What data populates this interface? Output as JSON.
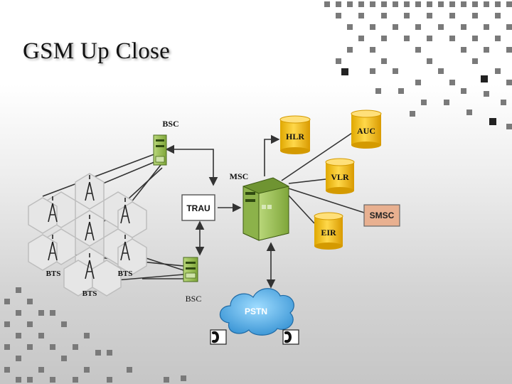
{
  "slide": {
    "title": "GSM Up Close"
  },
  "diagram": {
    "bsc_top": "BSC",
    "bsc_bottom": "BSC",
    "trau": "TRAU",
    "msc": "MSC",
    "hlr": "HLR",
    "auc": "AUC",
    "vlr": "VLR",
    "eir": "EIR",
    "smsc": "SMSC",
    "pstn": "PSTN",
    "bts_left": "BTS",
    "bts_right": "BTS",
    "bts_bottom": "BTS"
  },
  "colors": {
    "database_fill": "#f3c623",
    "server_fill": "#9cc25a",
    "smsc_fill": "#e8b090",
    "cloud_fill": "#3a9bd8",
    "hex_fill": "#e6e6e6",
    "decor_squares": "#7a7a7a"
  },
  "icons": [
    "tower-icon",
    "server-icon",
    "database-icon",
    "cloud-icon",
    "phone-icon"
  ]
}
